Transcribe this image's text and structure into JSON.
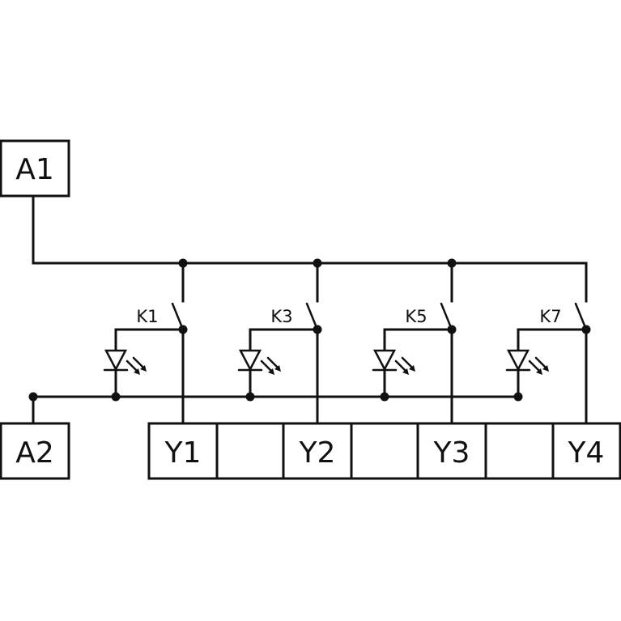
{
  "terminals": {
    "a1": "A1",
    "a2": "A2"
  },
  "outputs": [
    "Y1",
    "Y2",
    "Y3",
    "Y4"
  ],
  "contacts": [
    "K1",
    "K3",
    "K5",
    "K7"
  ],
  "colors": {
    "line": "#111111",
    "background": "#ffffff"
  },
  "icons": {
    "led": "led-icon",
    "contact": "switch-contact-icon"
  }
}
